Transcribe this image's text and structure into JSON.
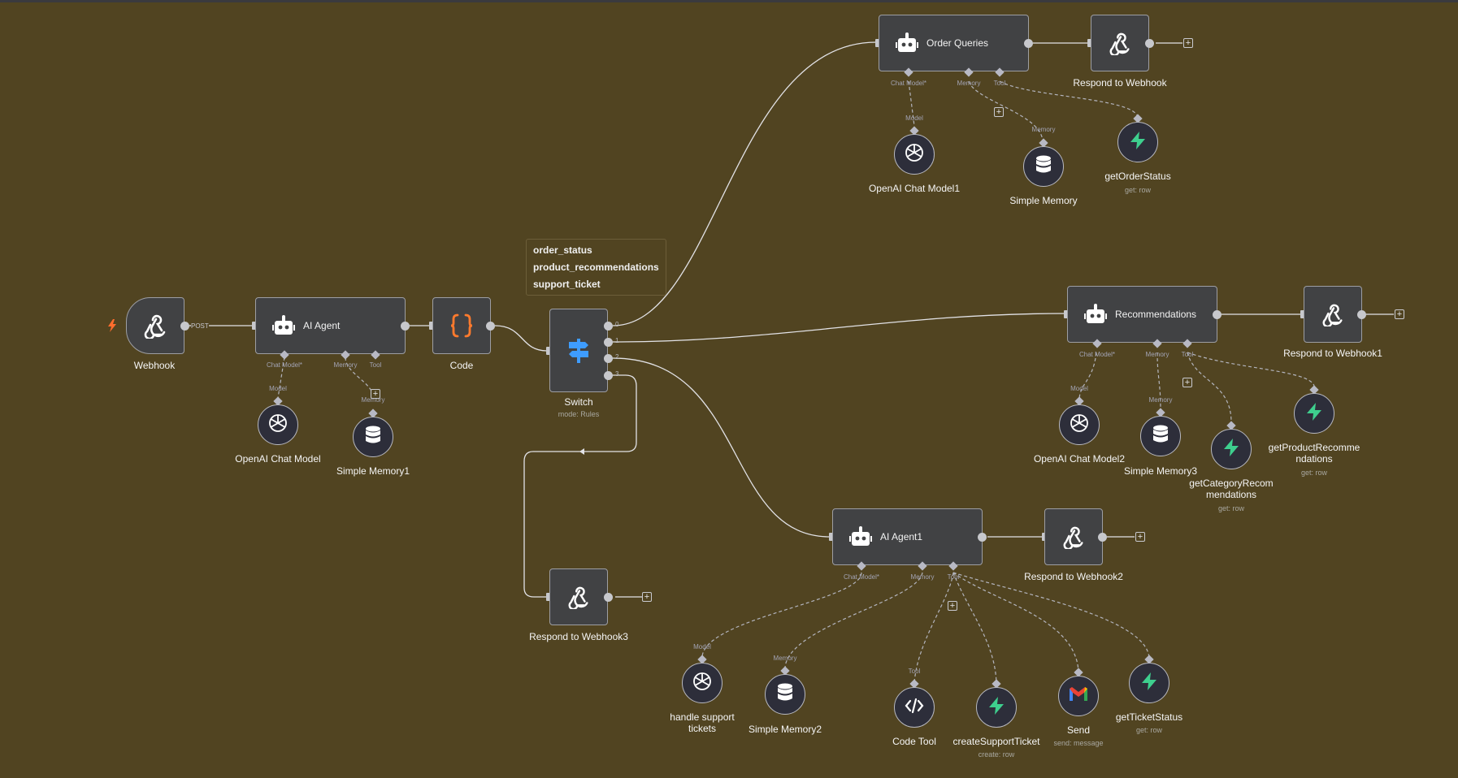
{
  "colors": {
    "canvas": "#514421",
    "node": "#414244",
    "accent_webhook": "#ffffff",
    "code_orange": "#ff7a2d",
    "switch_blue": "#3e9cff",
    "supabase_green": "#3ecf8e",
    "trigger_orange": "#ff6d2d"
  },
  "nodes": {
    "webhook": {
      "label": "Webhook",
      "icon": "webhook-icon",
      "method": "POST"
    },
    "ai_agent": {
      "title": "AI Agent",
      "icon": "robot-icon"
    },
    "code": {
      "label": "Code",
      "icon": "braces-icon"
    },
    "switch": {
      "label": "Switch",
      "sub": "mode: Rules",
      "icon": "signpost-icon",
      "outputs": [
        "0",
        "1",
        "2",
        "3"
      ]
    },
    "order_queries": {
      "title": "Order Queries"
    },
    "recommendations": {
      "title": "Recommendations"
    },
    "ai_agent1": {
      "title": "AI Agent1"
    },
    "respond_webhook": {
      "label": "Respond to Webhook"
    },
    "respond_webhook1": {
      "label": "Respond to Webhook1"
    },
    "respond_webhook2": {
      "label": "Respond to Webhook2"
    },
    "respond_webhook3": {
      "label": "Respond to Webhook3"
    }
  },
  "connector_labels": {
    "chat_model": "Chat Model*",
    "memory": "Memory",
    "tool": "Tool",
    "model": "Model"
  },
  "sub_nodes": {
    "openai_chat_model": {
      "label": "OpenAI Chat Model"
    },
    "simple_memory1": {
      "label": "Simple Memory1"
    },
    "openai_chat_model1": {
      "label": "OpenAI Chat Model1"
    },
    "simple_memory": {
      "label": "Simple Memory"
    },
    "get_order_status": {
      "label": "getOrderStatus",
      "sub": "get: row"
    },
    "openai_chat_model2": {
      "label": "OpenAI Chat Model2"
    },
    "simple_memory3": {
      "label": "Simple Memory3"
    },
    "get_category_recs": {
      "label": "getCategoryRecom\nmendations",
      "sub": "get: row"
    },
    "get_product_recs": {
      "label": "getProductRecomme\nndations",
      "sub": "get: row"
    },
    "handle_support_tickets": {
      "label": "handle support\ntickets"
    },
    "simple_memory2": {
      "label": "Simple Memory2"
    },
    "code_tool": {
      "label": "Code Tool"
    },
    "create_support_ticket": {
      "label": "createSupportTicket",
      "sub": "create: row"
    },
    "send": {
      "label": "Send",
      "sub": "send: message"
    },
    "get_ticket_status": {
      "label": "getTicketStatus",
      "sub": "get: row"
    }
  },
  "sticky_note": {
    "lines": [
      "order_status",
      "product_recommendations",
      "support_ticket"
    ]
  }
}
